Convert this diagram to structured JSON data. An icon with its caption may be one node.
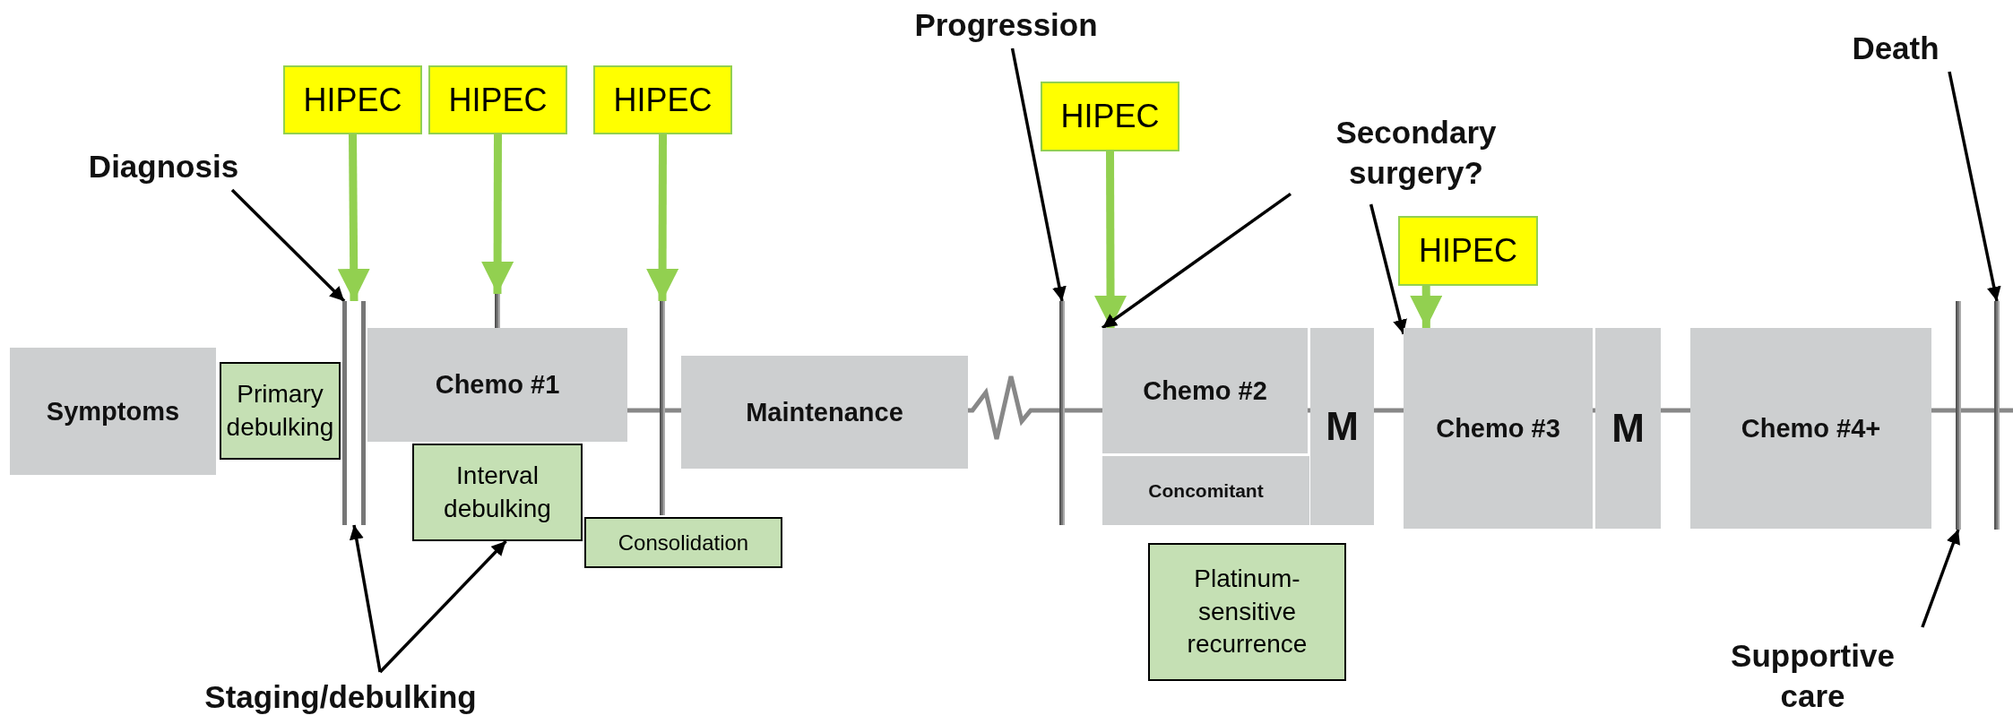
{
  "diagram": {
    "nodes": [
      {
        "text": [
          "HIPEC"
        ]
      },
      {
        "text": [
          "HIPEC"
        ]
      },
      {
        "text": [
          "HIPEC"
        ]
      },
      {
        "text": [
          "Diagnosis"
        ]
      },
      {
        "text": [
          "Progression"
        ]
      },
      {
        "text": [
          "HIPEC"
        ]
      },
      {
        "text": [
          "Secondary surgery?"
        ]
      },
      {
        "text": [
          "HIPEC"
        ]
      },
      {
        "text": [
          "Death"
        ]
      },
      {
        "text": [
          "Symptoms"
        ]
      },
      {
        "text": [
          "Chemo #1"
        ]
      },
      {
        "text": [
          "Primary debulking"
        ]
      },
      {
        "text": [
          "Interval debulking"
        ]
      },
      {
        "text": [
          "Consolidation"
        ]
      },
      {
        "text": [
          "Maintenance"
        ]
      },
      {
        "text": [
          "Chemo #2"
        ]
      },
      {
        "text": [
          "Concomitant"
        ]
      },
      {
        "text": [
          "M"
        ]
      },
      {
        "text": [
          "Chemo #3"
        ]
      },
      {
        "text": [
          "M"
        ]
      },
      {
        "text": [
          "Chemo #4+"
        ]
      },
      {
        "text": [
          "Platinum-sensitive recurrence"
        ]
      },
      {
        "text": [
          "Staging/debulking"
        ]
      },
      {
        "text": [
          "Supportive care"
        ]
      },
      {
        "text": [],
        "shape": "bar"
      },
      {
        "text": [],
        "shape": "bar"
      },
      {
        "text": [],
        "shape": "bar"
      },
      {
        "text": [],
        "shape": "bar"
      },
      {
        "text": [],
        "shape": "bar"
      },
      {
        "text": [],
        "shape": "bar"
      }
    ],
    "edges": [
      {
        "from": 3,
        "to": 24,
        "arrow": "to"
      },
      {
        "from": 0,
        "to": 24,
        "arrow": "to",
        "style": "thick",
        "color": "#92d050"
      },
      {
        "from": 1,
        "to": 25,
        "arrow": "to",
        "style": "thick",
        "color": "#92d050"
      },
      {
        "from": 2,
        "to": 26,
        "arrow": "to",
        "style": "thick",
        "color": "#92d050"
      },
      {
        "from": 22,
        "to": 24,
        "arrow": "to"
      },
      {
        "from": 22,
        "to": 12,
        "arrow": "to"
      },
      {
        "from": 4,
        "to": 27,
        "arrow": "to"
      },
      {
        "from": 5,
        "to": 15,
        "arrow": "to",
        "style": "thick",
        "color": "#92d050"
      },
      {
        "from": 6,
        "to": 15,
        "arrow": "to"
      },
      {
        "from": 6,
        "to": 18,
        "arrow": "to"
      },
      {
        "from": 7,
        "to": 18,
        "arrow": "to",
        "style": "thick",
        "color": "#92d050"
      },
      {
        "from": 8,
        "to": 29,
        "arrow": "to"
      },
      {
        "from": 23,
        "to": 28,
        "arrow": "to"
      }
    ]
  }
}
